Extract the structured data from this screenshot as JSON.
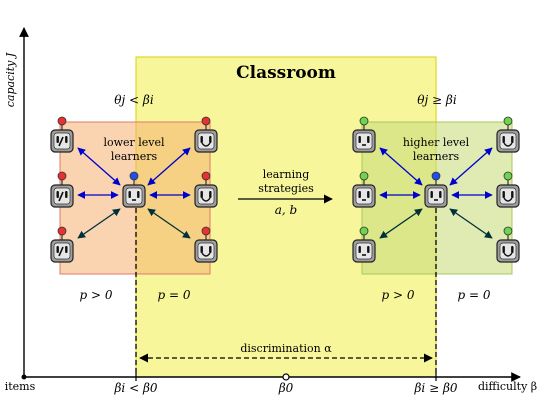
{
  "title": "Classroom",
  "axes": {
    "y_label": "capacity J",
    "x_label": "difficulty β",
    "origin_label": "items",
    "ticks": [
      "βi < β0",
      "β0",
      "βi ≥ β0"
    ]
  },
  "conditions": {
    "left": "θj < βi",
    "right": "θj ≥ βi"
  },
  "groups": {
    "left": {
      "label_line1": "lower level",
      "label_line2": "learners",
      "p_left": "p > 0",
      "p_right": "p = 0"
    },
    "right": {
      "label_line1": "higher level",
      "label_line2": "learners",
      "p_left": "p > 0",
      "p_right": "p = 0"
    }
  },
  "center": {
    "label_line1": "learning",
    "label_line2": "strategies",
    "params": "a, b"
  },
  "discrimination": "discrimination α",
  "colors": {
    "classroom_fill": "#f6f48a",
    "classroom_stroke": "#d8d200",
    "left_group_fill": "#f5b06f",
    "left_group_stroke": "#e07a6a",
    "right_group_fill": "#c9de7e",
    "right_group_stroke": "#a8c85c",
    "arrow_blue": "#0000cc",
    "arrow_dark": "#00303a",
    "node_red": "#e83232",
    "node_green": "#6fd34b",
    "node_blue": "#2050e8"
  }
}
